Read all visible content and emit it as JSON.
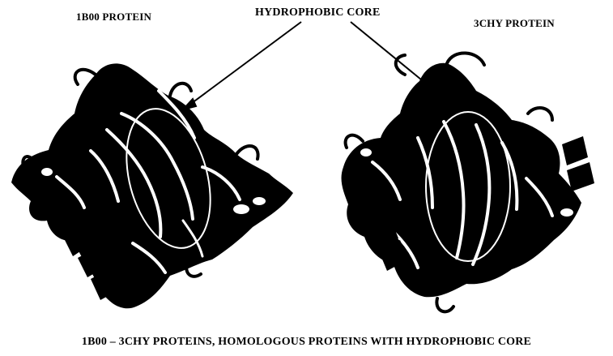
{
  "labels": {
    "left_protein": "1B00 PROTEIN",
    "center_feature": "HYDROPHOBIC CORE",
    "right_protein": "3CHY PROTEIN"
  },
  "caption": "1B00 – 3CHY PROTEINS, HOMOLOGOUS PROTEINS WITH HYDROPHOBIC CORE",
  "colors": {
    "ink": "#000000",
    "background": "#ffffff"
  }
}
